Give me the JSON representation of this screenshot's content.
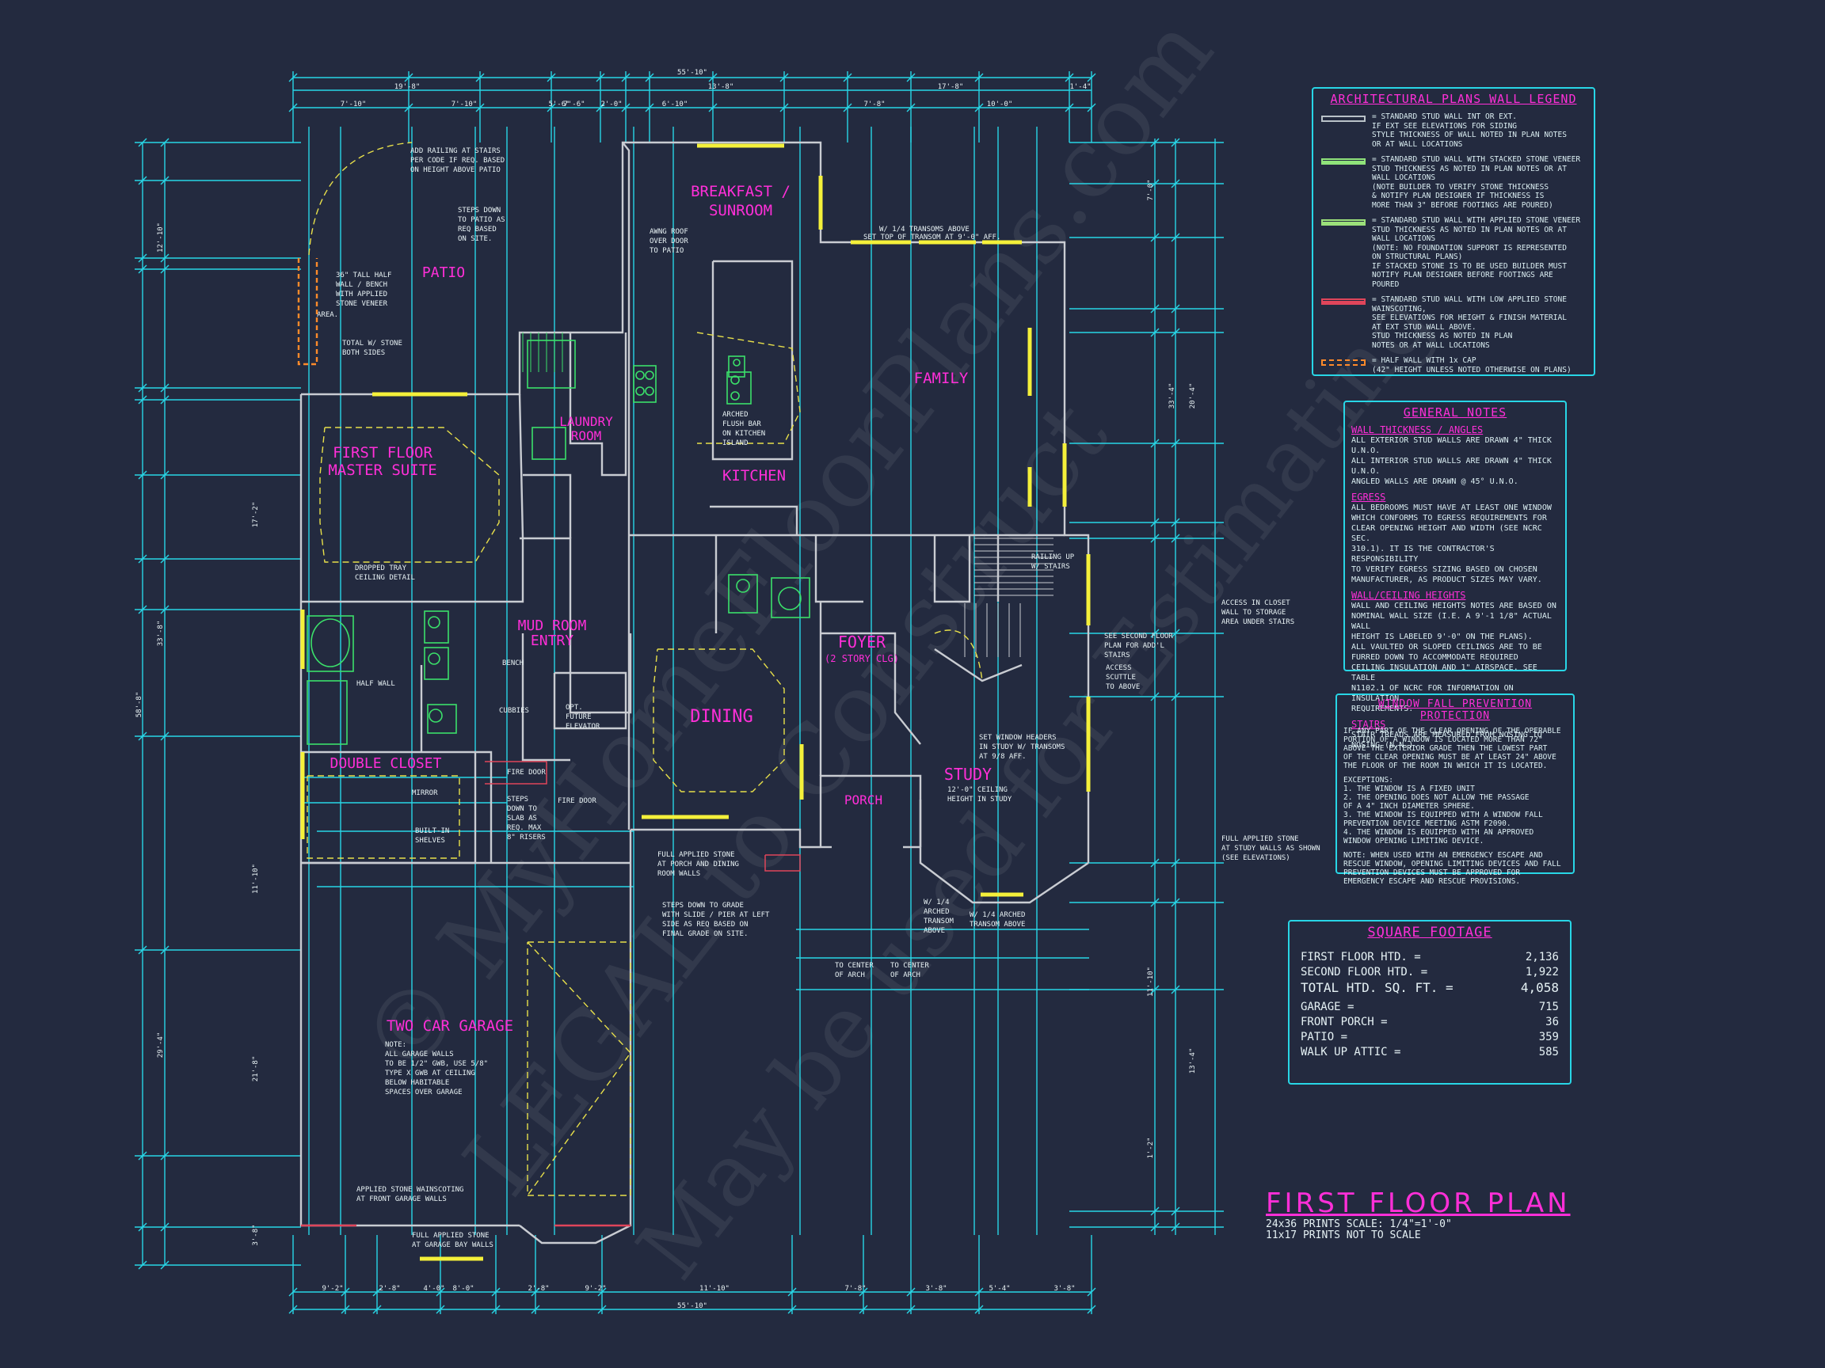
{
  "watermark": [
    "© MyHomeFloorPlans.com",
    "LEGAL to Construct",
    "May be used for Estimating"
  ],
  "rooms": [
    {
      "label": "PATIO"
    },
    {
      "label": "BREAKFAST /"
    },
    {
      "label": "SUNROOM"
    },
    {
      "label": "FAMILY"
    },
    {
      "label": "KITCHEN"
    },
    {
      "label": "LAUNDRY"
    },
    {
      "label": "ROOM"
    },
    {
      "label": "FIRST FLOOR"
    },
    {
      "label": "MASTER SUITE"
    },
    {
      "label": "MUD ROOM"
    },
    {
      "label": "ENTRY"
    },
    {
      "label": "FOYER"
    },
    {
      "label": "(2 STORY CLG)"
    },
    {
      "label": "DINING"
    },
    {
      "label": "STUDY"
    },
    {
      "label": "PORCH"
    },
    {
      "label": "DOUBLE CLOSET"
    },
    {
      "label": "TWO CAR GARAGE"
    }
  ],
  "plan_notes": [
    "ADD RAILING AT STAIRS",
    "PER CODE IF REQ. BASED",
    "ON HEIGHT ABOVE PATIO",
    "STEPS DOWN",
    "TO PATIO AS",
    "REQ BASED",
    "ON SITE.",
    "36\" TALL HALF",
    "WALL / BENCH",
    "WITH APPLIED",
    "STONE VENEER",
    "TOTAL W/ STONE",
    "BOTH SIDES",
    "AWNG ROOF",
    "OVER DOOR",
    "TO PATIO",
    "W/ 1/4 TRANSOMS ABOVE",
    "SET TOP OF TRANSOM AT 9'-0\" AFF.",
    "ARCHED",
    "FLUSH BAR",
    "ON KITCHEN",
    "ISLAND",
    "DROPPED TRAY",
    "CEILING DETAIL",
    "ACCESS IN CLOSET",
    "WALL TO STORAGE",
    "AREA UNDER STAIRS",
    "ACCESS",
    "SCUTTLE",
    "TO ABOVE",
    "SET WINDOW HEADERS",
    "IN STUDY W/ TRANSOMS",
    "AT 9/8 AFF.",
    "12'-0\" CEILING",
    "HEIGHT IN STUDY",
    "FULL APPLIED STONE",
    "AT STUDY WALLS AS SHOWN",
    "(SEE ELEVATIONS)",
    "FULL APPLIED STONE",
    "AT PORCH AND DINING",
    "ROOM WALLS",
    "STEPS DOWN TO GRADE",
    "WITH SLIDE / PIER AT LEFT",
    "SIDE AS REQ BASED ON",
    "FINAL GRADE ON SITE.",
    "STEPS",
    "DOWN TO",
    "SLAB AS",
    "REQ. MAX",
    "8\" RISERS",
    "FIRE DOOR",
    "FIRE DOOR",
    "HALF WALL",
    "BENCH",
    "CUBBIES",
    "OPT.",
    "FUTURE",
    "ELEVATOR",
    "MIRROR",
    "BUILT-IN",
    "SHELVES",
    "APPLIED STONE WAINSCOTING",
    "AT FRONT GARAGE WALLS",
    "FULL APPLIED STONE",
    "AT GARAGE BAY WALLS",
    "TO CENTER",
    "OF ARCH",
    "TO CENTER",
    "OF ARCH",
    "W/ 1/4",
    "ARCHED",
    "TRANSOM",
    "ABOVE",
    "W/ 1/4 ARCHED",
    "TRANSOM ABOVE",
    "RAILING UP",
    "W/ STAIRS",
    "SEE SECOND FLOOR",
    "PLAN FOR ADD'L",
    "STAIRS",
    "NOTE:",
    "ALL GARAGE WALLS",
    "TO BE 1/2\" GWB, USE 5/8\"",
    "TYPE X GWB AT CEILING",
    "BELOW HABITABLE",
    "SPACES OVER GARAGE",
    "AREA."
  ],
  "dimensions_top": [
    "55'-10\"",
    "19'-8\"",
    "13'-8\"",
    "17'-8\"",
    "7'-6\"",
    "7'-10\"",
    "7'-10\"",
    "5'-6\"",
    "2'-0\"",
    "6'-10\"",
    "7'-8\"",
    "10'-0\"",
    "1'-4\""
  ],
  "dimensions_bottom": [
    "55'-10\"",
    "9'-2\"",
    "2'-8\"",
    "4'-0\"",
    "8'-0\"",
    "2'-8\"",
    "9'-2\"",
    "11'-10\"",
    "7'-8\"",
    "3'-8\"",
    "5'-4\"",
    "3'-8\""
  ],
  "dimensions_left": [
    "58'-8\"",
    "33'-8\"",
    "21'-8\"",
    "29'-4\"",
    "12'-10\"",
    "17'-2\"",
    "11'-10\"",
    "3'-8\""
  ],
  "dimensions_right": [
    "33'-4\"",
    "20'-4\"",
    "11'-10\"",
    "13'-4\"",
    "7'-0\"",
    "1'-2\""
  ],
  "legend": {
    "title": "ARCHITECTURAL PLANS WALL LEGEND",
    "items": [
      {
        "color": "#b9c2c8",
        "text": [
          "= STANDARD STUD WALL INT OR EXT.",
          "IF EXT SEE ELEVATIONS FOR SIDING",
          "STYLE THICKNESS OF WALL NOTED IN PLAN NOTES",
          "OR AT WALL LOCATIONS"
        ]
      },
      {
        "color": "#8fe37a",
        "text": [
          "= STANDARD STUD WALL WITH STACKED STONE VENEER",
          "STUD THICKNESS AS NOTED IN PLAN NOTES OR AT",
          "WALL LOCATIONS",
          "(NOTE BUILDER TO VERIFY STONE THICKNESS",
          "& NOTIFY PLAN DESIGNER IF THICKNESS IS",
          "MORE THAN 3\" BEFORE FOOTINGS ARE POURED)"
        ]
      },
      {
        "color": "#9be07a",
        "text": [
          "= STANDARD STUD WALL WITH APPLIED STONE VENEER",
          "STUD THICKNESS AS NOTED IN PLAN NOTES OR AT",
          "WALL LOCATIONS",
          "(NOTE: NO FOUNDATION SUPPORT IS REPRESENTED",
          "ON STRUCTURAL PLANS)",
          "IF STACKED STONE IS TO BE USED BUILDER MUST",
          "NOTIFY PLAN DESIGNER BEFORE FOOTINGS ARE",
          "POURED"
        ]
      },
      {
        "color": "#e0455a",
        "text": [
          "= STANDARD STUD WALL WITH LOW APPLIED STONE",
          "WAINSCOTING,",
          "SEE ELEVATIONS FOR HEIGHT & FINISH MATERIAL",
          "AT EXT STUD WALL ABOVE.",
          "STUD THICKNESS AS NOTED IN PLAN",
          "NOTES OR AT WALL LOCATIONS"
        ]
      },
      {
        "color": "#ff8a2a",
        "text": [
          "= HALF WALL WITH 1x CAP",
          "(42\" HEIGHT UNLESS NOTED OTHERWISE ON PLANS)"
        ]
      }
    ]
  },
  "general_notes": {
    "title": "GENERAL NOTES",
    "sections": [
      {
        "heading": "WALL THICKNESS / ANGLES",
        "lines": [
          "ALL EXTERIOR STUD WALLS ARE DRAWN 4\" THICK U.N.O.",
          "ALL INTERIOR STUD WALLS ARE DRAWN 4\" THICK U.N.O.",
          "ANGLED WALLS ARE DRAWN @ 45° U.N.O."
        ]
      },
      {
        "heading": "EGRESS",
        "lines": [
          "ALL BEDROOMS MUST HAVE AT LEAST ONE WINDOW",
          "WHICH CONFORMS TO EGRESS REQUIREMENTS FOR",
          "CLEAR OPENING HEIGHT AND WIDTH (SEE NCRC SEC.",
          "310.1).  IT IS THE CONTRACTOR'S RESPONSIBILITY",
          "TO VERIFY EGRESS SIZING BASED ON CHOSEN",
          "MANUFACTURER, AS PRODUCT SIZES MAY VARY."
        ]
      },
      {
        "heading": "WALL/CEILING HEIGHTS",
        "lines": [
          "WALL AND CEILING HEIGHTS NOTES ARE BASED ON",
          "NOMINAL WALL SIZE (I.E. A 9'-1 1/8\" ACTUAL WALL",
          "HEIGHT IS LABELED 9'-0\" ON THE PLANS).",
          "ALL VAULTED OR SLOPED CEILINGS ARE TO BE",
          "FURRED DOWN TO ACCOMMODATE REQUIRED",
          "CEILING INSULATION AND 1\" AIRSPACE. SEE TABLE",
          "N1102.1 OF NCRC FOR INFORMATION ON INSULATION",
          "REQUIREMENTS."
        ]
      },
      {
        "heading": "STAIRS",
        "lines": [
          "STAIR TREADS ARE MEASURED FROM NOSING TO",
          "NOSING (N.N.)."
        ]
      }
    ]
  },
  "window_notes": {
    "title": "WINDOW FALL PREVENTION PROTECTION",
    "lines": [
      "IF ANY PART OF THE CLEAR OPENING OF THE OPERABLE",
      "PORTION OF A WINDOW IS LOCATED MORE THAN 72\"",
      "ABOVE THE EXTERIOR GRADE THEN THE LOWEST PART",
      "OF THE CLEAR OPENING MUST BE AT LEAST 24\" ABOVE",
      "THE FLOOR OF THE ROOM IN WHICH IT IS LOCATED.",
      "",
      "EXCEPTIONS:",
      "1.  THE WINDOW IS A FIXED UNIT",
      "2.  THE OPENING DOES NOT ALLOW THE PASSAGE",
      "     OF A 4\" INCH DIAMETER SPHERE.",
      "3.  THE WINDOW IS EQUIPPED WITH A WINDOW FALL",
      "     PREVENTION DEVICE MEETING ASTM F2090.",
      "4.  THE WINDOW IS EQUIPPED WITH AN APPROVED",
      "     WINDOW OPENING LIMITING DEVICE.",
      "",
      "NOTE: WHEN USED WITH AN EMERGENCY ESCAPE AND",
      "RESCUE WINDOW, OPENING LIMITING DEVICES AND FALL",
      "PREVENTION DEVICES MUST BE APPROVED FOR",
      "EMERGENCY ESCAPE AND RESCUE PROVISIONS."
    ]
  },
  "square_footage": {
    "title": "SQUARE FOOTAGE",
    "rows": [
      {
        "label": "FIRST FLOOR  HTD. =",
        "value": "2,136"
      },
      {
        "label": "SECOND FLOOR  HTD. =",
        "value": "1,922"
      },
      {
        "label": "TOTAL HTD. SQ. FT. =",
        "value": "4,058"
      },
      {
        "label": "GARAGE =",
        "value": "715"
      },
      {
        "label": "FRONT PORCH  =",
        "value": "36"
      },
      {
        "label": "PATIO  =",
        "value": "359"
      },
      {
        "label": "WALK UP ATTIC  =",
        "value": "585"
      }
    ]
  },
  "title_block": {
    "title": "FIRST FLOOR PLAN",
    "scale": "24x36 PRINTS SCALE: 1/4\"=1'-0\"",
    "scale_note": "11x17 PRINTS NOT TO SCALE"
  },
  "colors": {
    "background": "#232a3f",
    "dimension": "#28d6e6",
    "wall": "#c9ccd2",
    "label": "#ff2fd8",
    "note": "#e8f2f4",
    "window": "#f4f03a",
    "fixture": "#3be06a",
    "accent_red": "#e0455a",
    "accent_orange": "#ff8a2a"
  }
}
